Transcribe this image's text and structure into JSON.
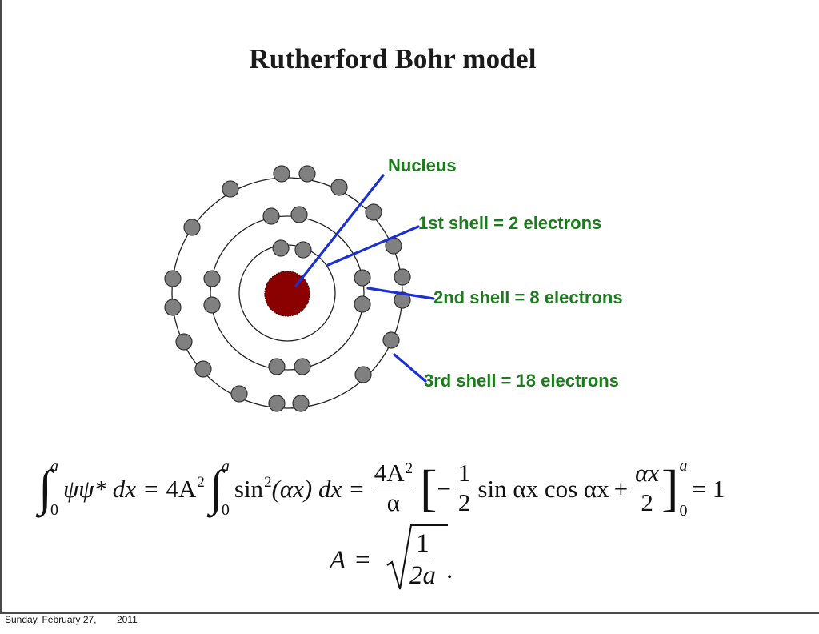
{
  "slide": {
    "title": "Rutherford Bohr model",
    "labels": {
      "nucleus": "Nucleus",
      "shell1": "1st shell = 2 electrons",
      "shell2": "2nd shell = 8 electrons",
      "shell3": "3rd shell = 18 electrons"
    },
    "colors": {
      "label_green": "#1e7a1e",
      "pointer_blue": "#1a2fd6",
      "nucleus": "#8b0000",
      "electron": "#808080"
    },
    "atom": {
      "shells": [
        {
          "name": "1st shell",
          "electrons": 2
        },
        {
          "name": "2nd shell",
          "electrons": 8
        },
        {
          "name": "3rd shell",
          "electrons": 18
        }
      ]
    },
    "equation1": {
      "int_upper": "a",
      "int_lower": "0",
      "integrand": "ψψ* dx",
      "eq": "=",
      "coef": "4A",
      "coef_exp": "2",
      "int2_upper": "a",
      "int2_lower": "0",
      "integrand2": "sin",
      "integrand2_exp": "2",
      "integrand2_arg": "(αx) dx",
      "frac1_num": "4A",
      "frac1_num_exp": "2",
      "frac1_den": "α",
      "minus": "−",
      "frac2_num": "1",
      "frac2_den": "2",
      "trig": "sin αx cos αx",
      "plus": "+",
      "frac3_num": "αx",
      "frac3_den": "2",
      "eval_upper": "a",
      "eval_lower": "0",
      "result": "= 1"
    },
    "equation2": {
      "lhs": "A",
      "eq": "=",
      "num": "1",
      "den": "2a",
      "period": "."
    },
    "footer": {
      "date": "Sunday, February 27,",
      "year": "2011"
    }
  }
}
